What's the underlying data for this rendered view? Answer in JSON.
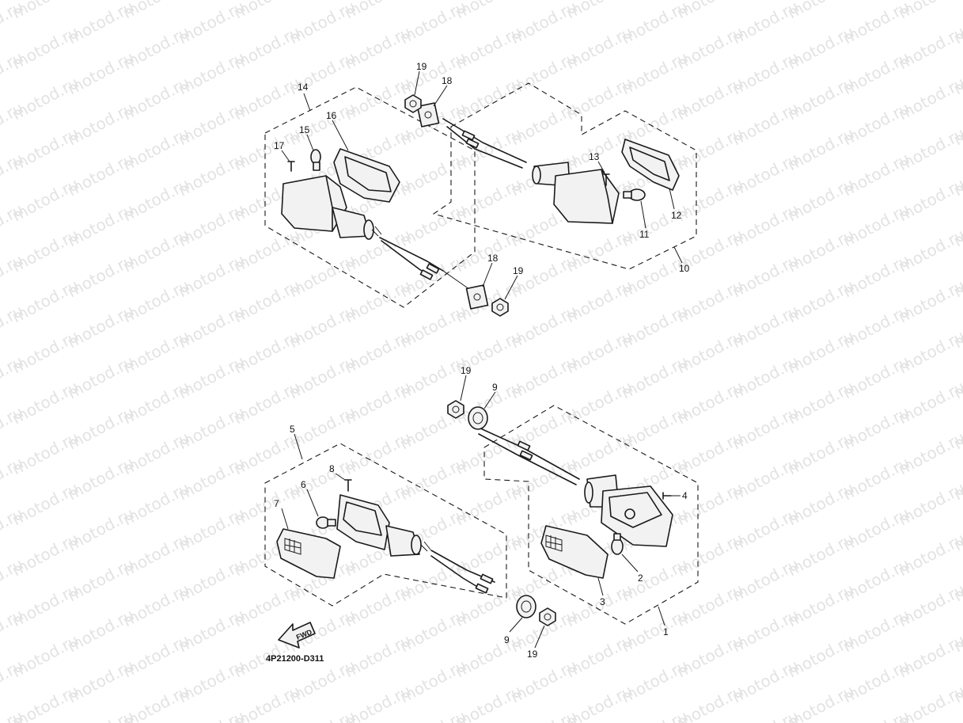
{
  "watermark": "motod.ru",
  "diagram_code": "4P21200-D311",
  "fwd_label": "FWD",
  "callouts": [
    {
      "id": "c14",
      "text": "14"
    },
    {
      "id": "c15",
      "text": "15"
    },
    {
      "id": "c16",
      "text": "16"
    },
    {
      "id": "c17",
      "text": "17"
    },
    {
      "id": "c19a",
      "text": "19"
    },
    {
      "id": "c18a",
      "text": "18"
    },
    {
      "id": "c13",
      "text": "13"
    },
    {
      "id": "c12",
      "text": "12"
    },
    {
      "id": "c11",
      "text": "11"
    },
    {
      "id": "c10",
      "text": "10"
    },
    {
      "id": "c18b",
      "text": "18"
    },
    {
      "id": "c19b",
      "text": "19"
    },
    {
      "id": "c19c",
      "text": "19"
    },
    {
      "id": "c9a",
      "text": "9"
    },
    {
      "id": "c5",
      "text": "5"
    },
    {
      "id": "c8",
      "text": "8"
    },
    {
      "id": "c6",
      "text": "6"
    },
    {
      "id": "c7",
      "text": "7"
    },
    {
      "id": "c4",
      "text": "4"
    },
    {
      "id": "c2",
      "text": "2"
    },
    {
      "id": "c3",
      "text": "3"
    },
    {
      "id": "c1",
      "text": "1"
    },
    {
      "id": "c9b",
      "text": "9"
    },
    {
      "id": "c19d",
      "text": "19"
    }
  ]
}
